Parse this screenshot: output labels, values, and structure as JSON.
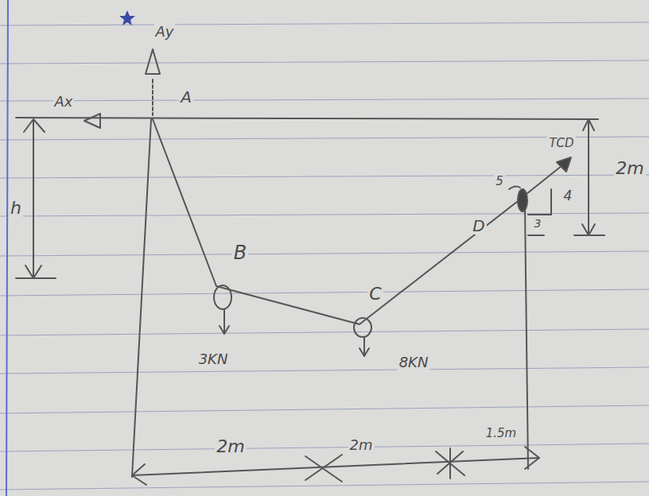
{
  "diagram": {
    "labels": [
      "Ay",
      "A",
      "Ax",
      "TCD",
      "5",
      "4",
      "2m",
      "h",
      "B",
      "D",
      "3",
      "C",
      "3KN",
      "8KN",
      "2m",
      "2m",
      "1.5m"
    ]
  }
}
